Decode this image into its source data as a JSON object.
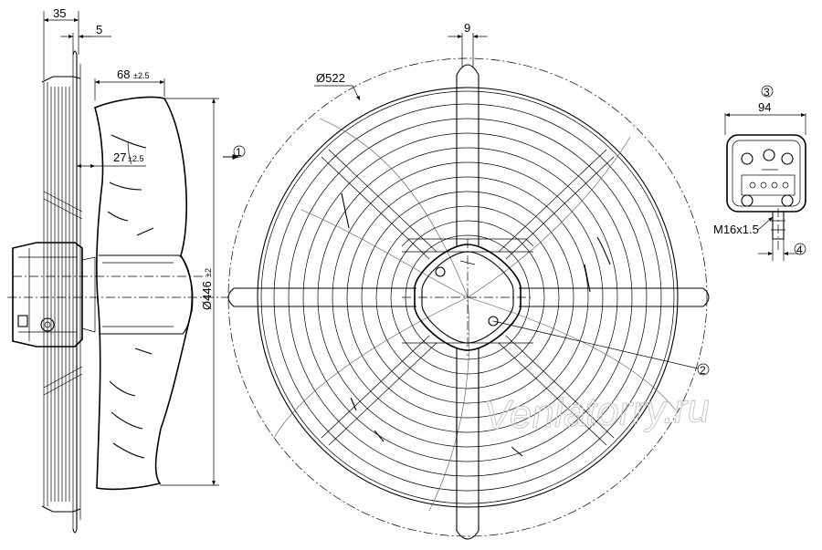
{
  "side_view": {
    "dim_overall_depth": "35",
    "dim_guard_offset": "5",
    "dim_blade_depth": "68",
    "dim_blade_depth_tol": "±2.5",
    "dim_hub_offset": "27",
    "dim_hub_offset_tol": "±2.5",
    "dim_blade_diameter": "Ø446",
    "dim_blade_diameter_tol": "±2"
  },
  "front_view": {
    "dim_guard_diameter": "Ø522",
    "dim_rod_width": "9",
    "callout_airflow": "1",
    "callout_ground": "2"
  },
  "terminal_box": {
    "callout_box": "3",
    "dim_box_width": "94",
    "cable_gland_label": "M16x1.5",
    "callout_gland": "4"
  },
  "watermark": "Venlatorry.ru"
}
